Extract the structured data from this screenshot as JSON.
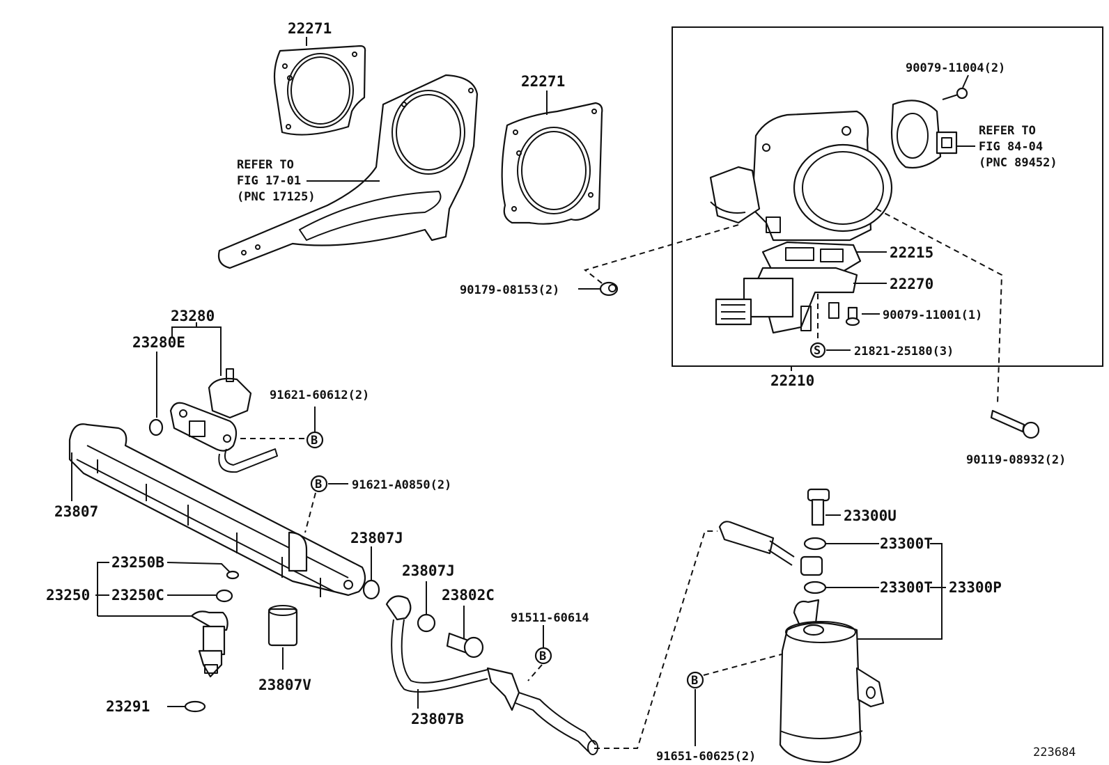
{
  "figure_number": "223684",
  "inset_box_label": "22210",
  "badge_letters": {
    "b": "B",
    "s": "S"
  },
  "labels": {
    "l22271a": "22271",
    "l22271b": "22271",
    "refer1_line1": "REFER TO",
    "refer1_line2": "FIG 17-01",
    "refer1_line3": "(PNC 17125)",
    "l90079_11004": "90079-11004(2)",
    "refer2_line1": "REFER TO",
    "refer2_line2": "FIG 84-04",
    "refer2_line3": "(PNC 89452)",
    "l22215": "22215",
    "l22270": "22270",
    "l90079_11001": "90079-11001(1)",
    "l21821_25180": "21821-25180(3)",
    "l90179_08153": "90179-08153(2)",
    "l90119_08932": "90119-08932(2)",
    "l23280": "23280",
    "l23280E": "23280E",
    "l91621_60612": "91621-60612(2)",
    "l91621_A0850": "91621-A0850(2)",
    "l23807": "23807",
    "l23807J_a": "23807J",
    "l23807J_b": "23807J",
    "l23802C": "23802C",
    "l91511_60614": "91511-60614",
    "l23250B": "23250B",
    "l23250C": "23250C",
    "l23250": "23250",
    "l23807V": "23807V",
    "l23291": "23291",
    "l23807B": "23807B",
    "l23300U": "23300U",
    "l23300T_a": "23300T",
    "l23300T_b": "23300T",
    "l23300P": "23300P",
    "l91651_60625": "91651-60625(2)"
  }
}
